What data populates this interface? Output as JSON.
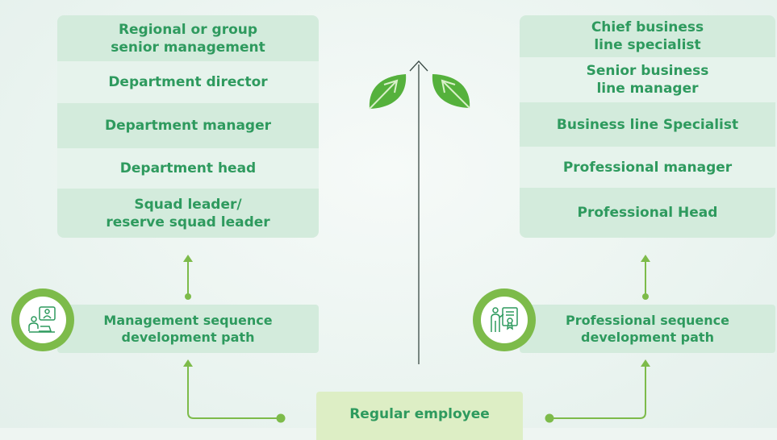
{
  "management": {
    "levels": [
      "Regional or group\nsenior management",
      "Department director",
      "Department manager",
      "Department head",
      "Squad leader/\nreserve squad leader"
    ],
    "path_label": "Management sequence\ndevelopment path",
    "badge_icon": "presenter-laptop-icon"
  },
  "professional": {
    "levels": [
      "Chief business\nline specialist",
      "Senior business\nline manager",
      "Business line Specialist",
      "Professional manager",
      "Professional Head"
    ],
    "path_label": "Professional sequence\ndevelopment path",
    "badge_icon": "presenter-certificate-icon"
  },
  "start": {
    "label": "Regular employee"
  },
  "colors": {
    "text_green": "#2e9a5e",
    "box_dark": "#d3ebdc",
    "box_light": "#e6f3ec",
    "accent_lime": "#7dbb4a",
    "bottom_box": "#ddeec5"
  }
}
